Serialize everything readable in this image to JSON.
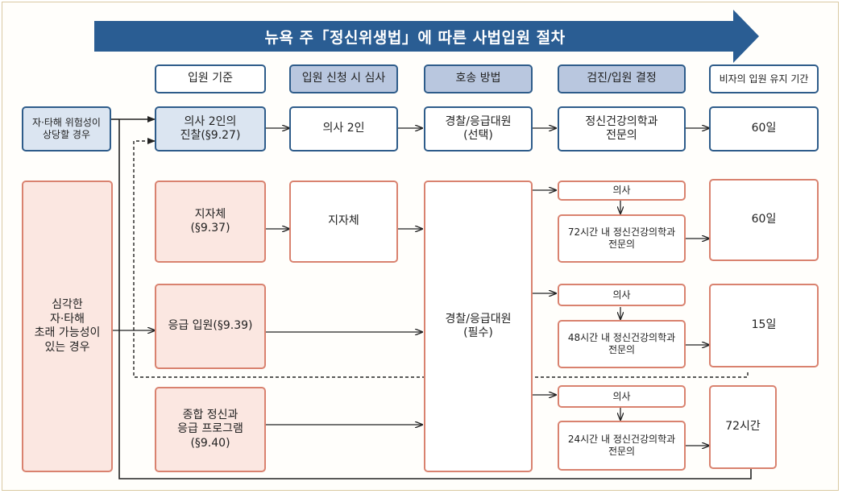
{
  "title": "뉴욕 주「정신위생법」에 따른 사법입원 절차",
  "headers": [
    "입원 기준",
    "입원 신청 시 심사",
    "호송 방법",
    "검진/입원 결정",
    "비자의 입원 유지 기간"
  ],
  "criteria": {
    "danger": "자·타해 위험성이\n상당할 경우",
    "severe": "심각한\n자·타해\n초래 가능성이\n있는 경우"
  },
  "routes": {
    "two_doctor": {
      "criterion": "의사 2인의\n진찰(§9.27)",
      "review": "의사 2인",
      "transport": "경찰/응급대원\n(선택)",
      "decision": "정신건강의학과\n전문의",
      "period": "60일"
    },
    "local": {
      "criterion": "지자체\n(§9.37)",
      "review": "지자체",
      "doctor": "의사",
      "specialist": "72시간 내 정신건강의학과\n전문의",
      "period": "60일"
    },
    "emergency": {
      "criterion": "응급 입원(§9.39)",
      "doctor": "의사",
      "specialist": "48시간 내 정신건강의학과\n전문의",
      "period": "15일"
    },
    "cpep": {
      "criterion": "종합 정신과\n응급 프로그램\n(§9.40)",
      "doctor": "의사",
      "specialist": "24시간 내 정신건강의학과\n전문의",
      "period": "72시간"
    },
    "transport_required": "경찰/응급대원\n(필수)"
  },
  "colors": {
    "title_arrow": "#2a5d93",
    "blue_border": "#2e5c8a",
    "blue_fill": "#dbe5f1",
    "header_fill": "#b9c7df",
    "red_border": "#d9826f",
    "red_fill": "#fbe7e1"
  }
}
